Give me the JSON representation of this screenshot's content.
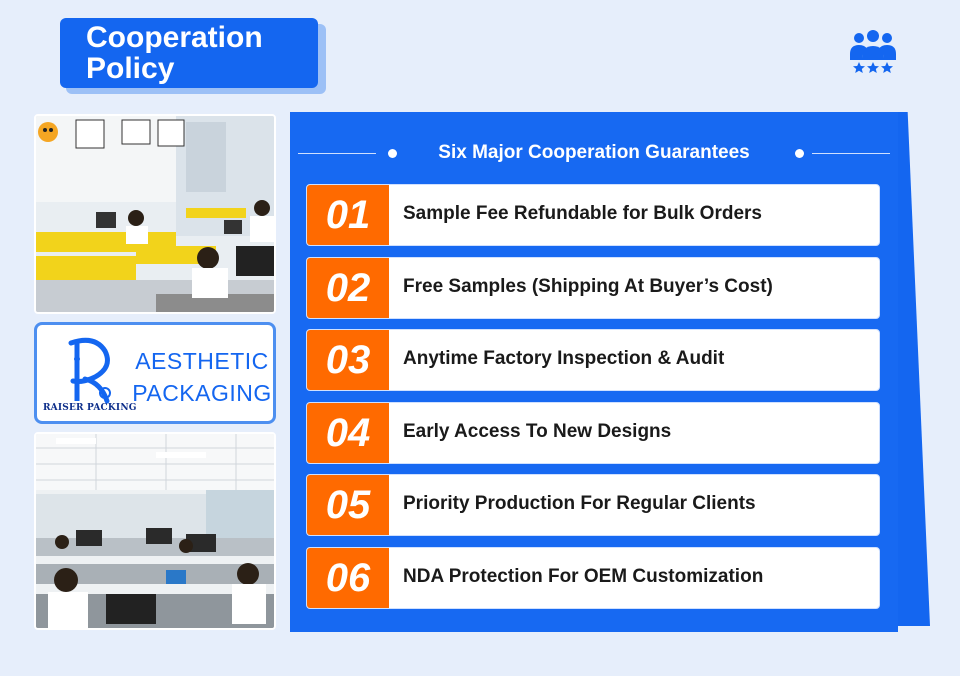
{
  "header": {
    "title_line1": "Cooperation",
    "title_line2": "Policy",
    "team_icon": "team-stars-icon"
  },
  "logo": {
    "company": "RAISER PACKING",
    "tagline_line1": "AESTHETIC",
    "tagline_line2": "PACKAGING"
  },
  "photos": [
    {
      "description_icon": "office-photo-1"
    },
    {
      "description_icon": "office-photo-2"
    }
  ],
  "panel": {
    "heading": "Six Major Cooperation Guarantees",
    "items": [
      {
        "num": "01",
        "label": "Sample Fee Refundable for Bulk Orders"
      },
      {
        "num": "02",
        "label": "Free Samples (Shipping At Buyer’s Cost)"
      },
      {
        "num": "03",
        "label": "Anytime Factory Inspection & Audit"
      },
      {
        "num": "04",
        "label": "Early Access To New Designs"
      },
      {
        "num": "05",
        "label": "Priority Production For Regular Clients"
      },
      {
        "num": "06",
        "label": "NDA Protection For OEM Customization"
      }
    ]
  },
  "colors": {
    "brand_blue": "#1466f0",
    "accent_orange": "#ff6a00",
    "background": "#e6eefb"
  }
}
